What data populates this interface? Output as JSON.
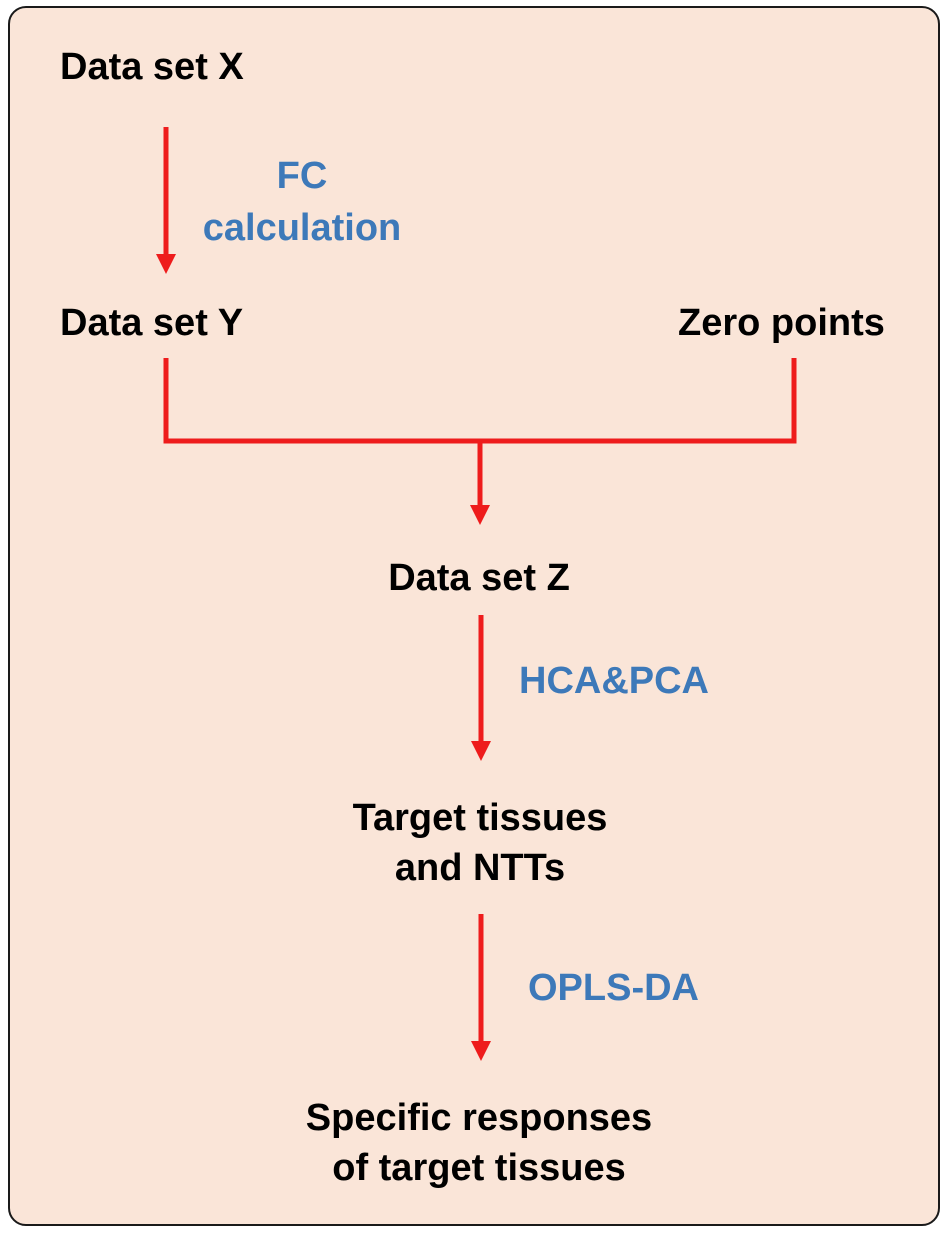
{
  "nodes": {
    "data_set_x": "Data set X",
    "data_set_y": "Data set Y",
    "zero_points": "Zero points",
    "data_set_z": "Data set Z",
    "target_tissues": [
      "Target tissues",
      "and NTTs"
    ],
    "specific_responses": [
      "Specific responses",
      "of target tissues"
    ]
  },
  "steps": {
    "fc_calculation": [
      "FC",
      "calculation"
    ],
    "hca_pca": "HCA&PCA",
    "opls_da": "OPLS-DA"
  },
  "colors": {
    "background": "#fae5d8",
    "border": "#1a1a1a",
    "arrow": "#ee1c1c",
    "step_text": "#3d79b9",
    "node_text": "#000000"
  }
}
